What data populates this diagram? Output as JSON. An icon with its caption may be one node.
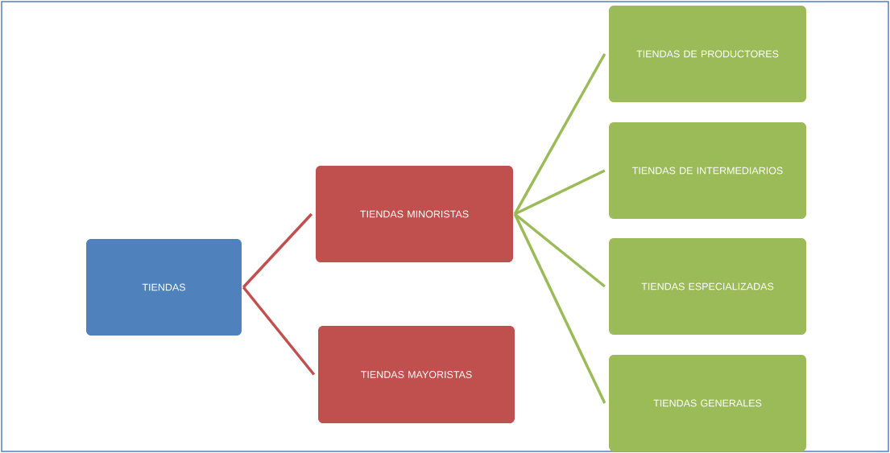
{
  "diagram": {
    "nodes": [
      {
        "text": [
          "TIENDAS"
        ]
      },
      {
        "text": [
          "TIENDAS MINORISTAS"
        ]
      },
      {
        "text": [
          "TIENDAS MAYORISTAS"
        ]
      },
      {
        "text": [
          "TIENDAS DE PRODUCTORES"
        ]
      },
      {
        "text": [
          "TIENDAS DE INTERMEDIARIOS"
        ]
      },
      {
        "text": [
          "TIENDAS ESPECIALIZADAS"
        ]
      },
      {
        "text": [
          "TIENDAS GENERALES"
        ]
      }
    ],
    "edges": [
      {
        "from": 0,
        "to": 1,
        "arrow": "none",
        "color": "#c0504d"
      },
      {
        "from": 0,
        "to": 2,
        "arrow": "none",
        "color": "#c0504d"
      },
      {
        "from": 1,
        "to": 3,
        "arrow": "none"
      },
      {
        "from": 1,
        "to": 4,
        "arrow": "none"
      },
      {
        "from": 1,
        "to": 5,
        "arrow": "none"
      },
      {
        "from": 1,
        "to": 6,
        "arrow": "none"
      }
    ]
  }
}
